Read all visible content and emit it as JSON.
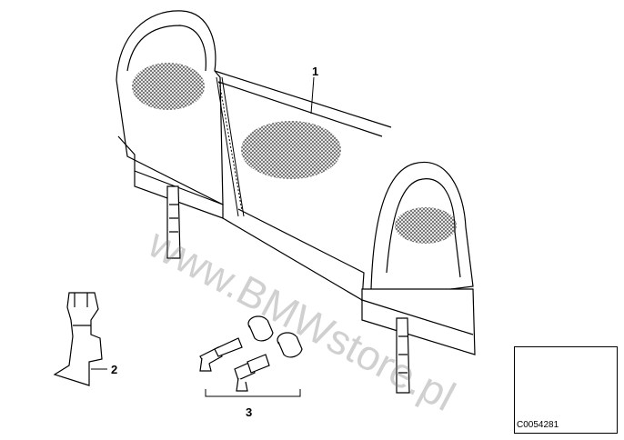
{
  "callouts": {
    "part1": "1",
    "part2": "2",
    "part3": "3"
  },
  "watermark": "www.BMWstore.pl",
  "inset": {
    "code": "C0054281"
  },
  "colors": {
    "line": "#000000",
    "mesh": "#555555",
    "background": "#ffffff"
  }
}
